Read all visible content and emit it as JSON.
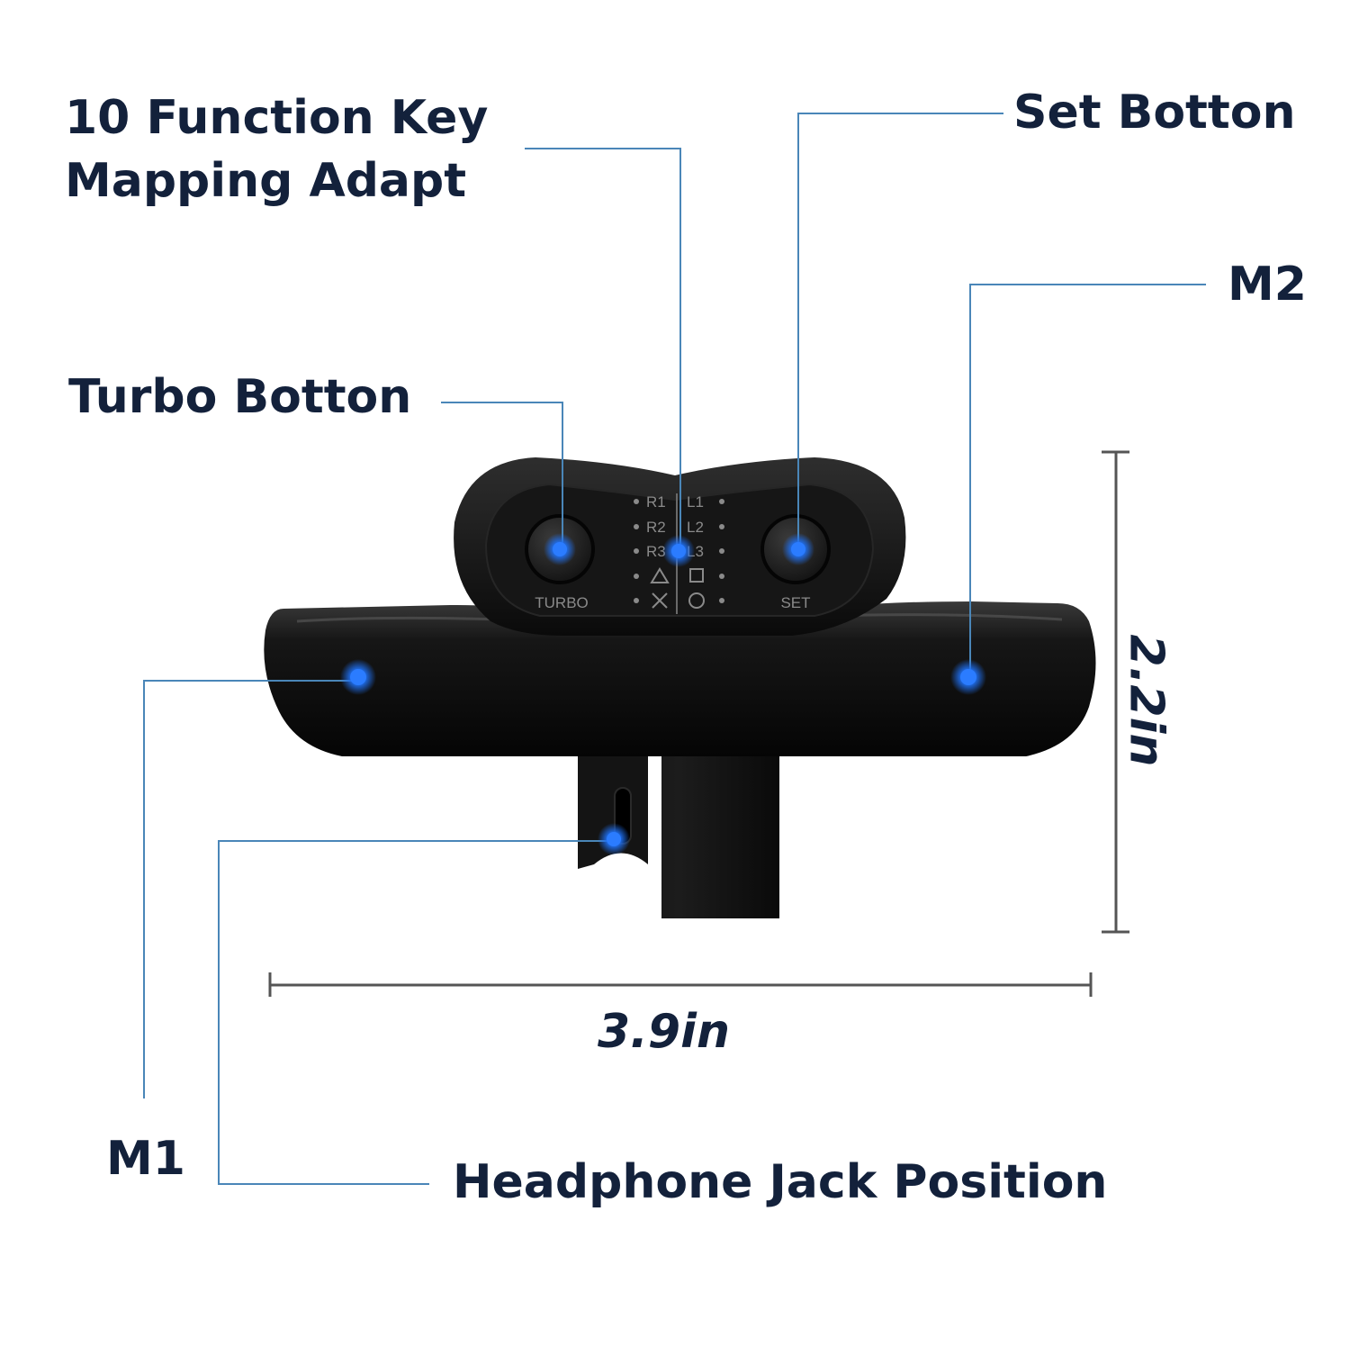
{
  "callouts": {
    "function_key_line1": "10 Function Key",
    "function_key_line2": "Mapping Adapt",
    "set_button": "Set Botton",
    "m2": "M2",
    "turbo_button": "Turbo Botton",
    "m1": "M1",
    "headphone_jack": "Headphone Jack Position"
  },
  "dimensions": {
    "height": "2.2in",
    "width": "3.9in"
  },
  "device": {
    "turbo_label": "TURBO",
    "set_label": "SET",
    "mapping_left": [
      "R1",
      "R2",
      "R3"
    ],
    "mapping_right": [
      "L1",
      "L2",
      "L3"
    ]
  },
  "colors": {
    "text": "#13213b",
    "leader_line": "#4a86b8",
    "highlight_dot": "#1f6ff0",
    "device_body": "#111111"
  }
}
